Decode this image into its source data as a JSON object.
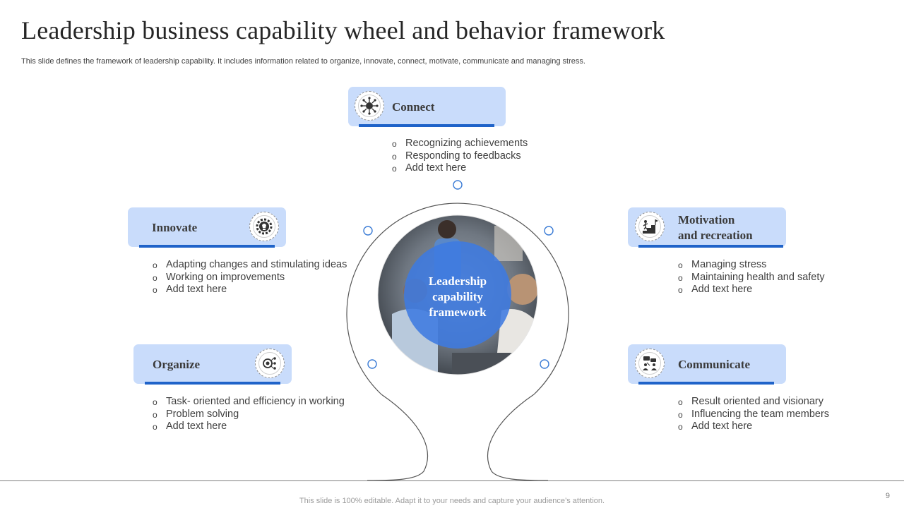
{
  "title": "Leadership business capability wheel and behavior framework",
  "subtitle": "This slide defines the framework of leadership capability. It includes information related to organize, innovate, connect, motivate, communicate and managing stress.",
  "center": {
    "label": "Leadership capability framework"
  },
  "colors": {
    "card_fill": "#c9dcfb",
    "accent": "#1f63c9",
    "center_blue": "#3e7ae0"
  },
  "nodes": {
    "connect": {
      "label": "Connect",
      "icon": "network-hub-icon",
      "bullets": [
        "Recognizing achievements",
        "Responding to feedbacks",
        "Add text here"
      ]
    },
    "innovate": {
      "label": "Innovate",
      "icon": "lightbulb-gear-icon",
      "bullets": [
        "Adapting changes and stimulating ideas",
        "Working on improvements",
        "Add text here"
      ]
    },
    "organize": {
      "label": "Organize",
      "icon": "target-list-icon",
      "bullets": [
        "Task- oriented and efficiency in working",
        "Problem solving",
        "Add text here"
      ]
    },
    "motivation": {
      "label_line1": "Motivation",
      "label_line2": "and recreation",
      "icon": "stairs-goal-icon",
      "bullets": [
        "Managing stress",
        "Maintaining health and safety",
        "Add text here"
      ]
    },
    "communicate": {
      "label": "Communicate",
      "icon": "team-communication-icon",
      "bullets": [
        "Result oriented and visionary",
        "Influencing the team members",
        "Add text here"
      ]
    }
  },
  "footer": "This slide is 100% editable. Adapt it to your needs and capture your audience’s attention.",
  "page_number": "9"
}
